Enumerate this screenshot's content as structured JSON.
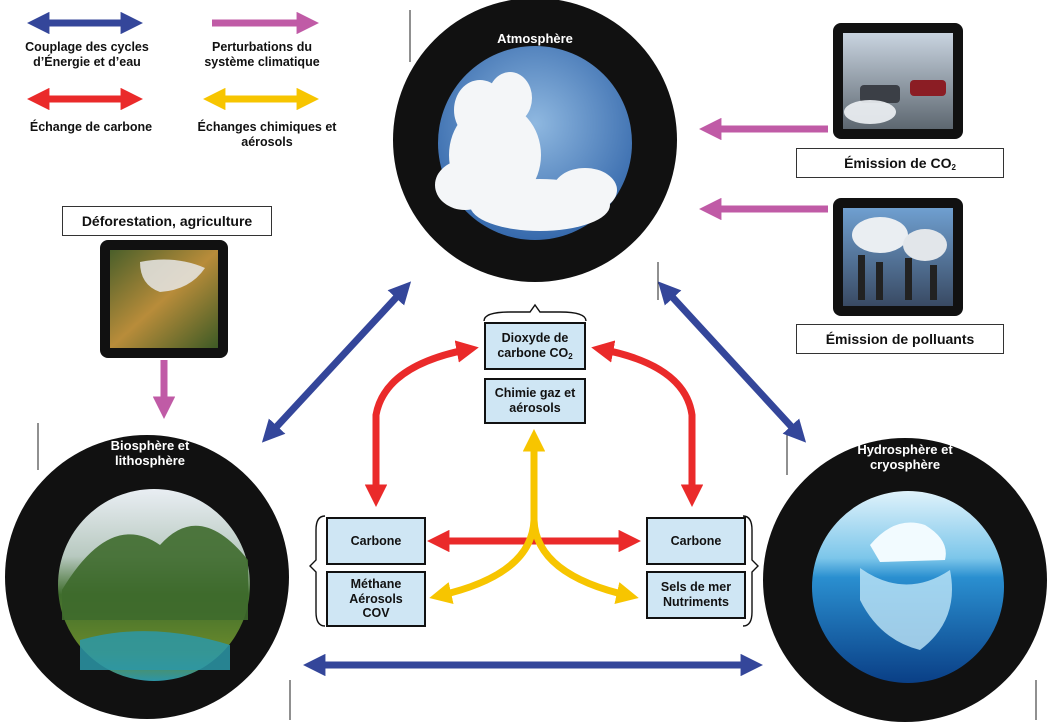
{
  "legend": {
    "blue": "Couplage des cycles d’Énergie et d’eau",
    "magenta": "Perturbations du système climatique",
    "red": "Échange de carbone",
    "yellow": "Échanges chimiques et aérosols"
  },
  "spheres": {
    "atmosphere": "Atmosphère",
    "biosphere": "Biosphère et lithosphère",
    "hydrosphere": "Hydrosphère et cryosphère"
  },
  "boxes": {
    "co2_main": "Dioxyde de carbone CO",
    "co2_sub": "2",
    "chem": "Chimie gaz et aérosols",
    "carbon_left": "Carbone",
    "methane": "Méthane Aérosols COV",
    "carbon_right": "Carbone",
    "salts": "Sels de mer Nutriments"
  },
  "callouts": {
    "deforestation": "Déforestation, agriculture",
    "co2_emission_main": "Émission de CO",
    "co2_emission_sub": "2",
    "pollutants": "Émission de polluants"
  },
  "colors": {
    "blue": "#34469a",
    "magenta": "#c05ba6",
    "red": "#ea2a2a",
    "yellow": "#f7c500",
    "ring": "#111111",
    "box_fill": "#cfe6f4"
  }
}
